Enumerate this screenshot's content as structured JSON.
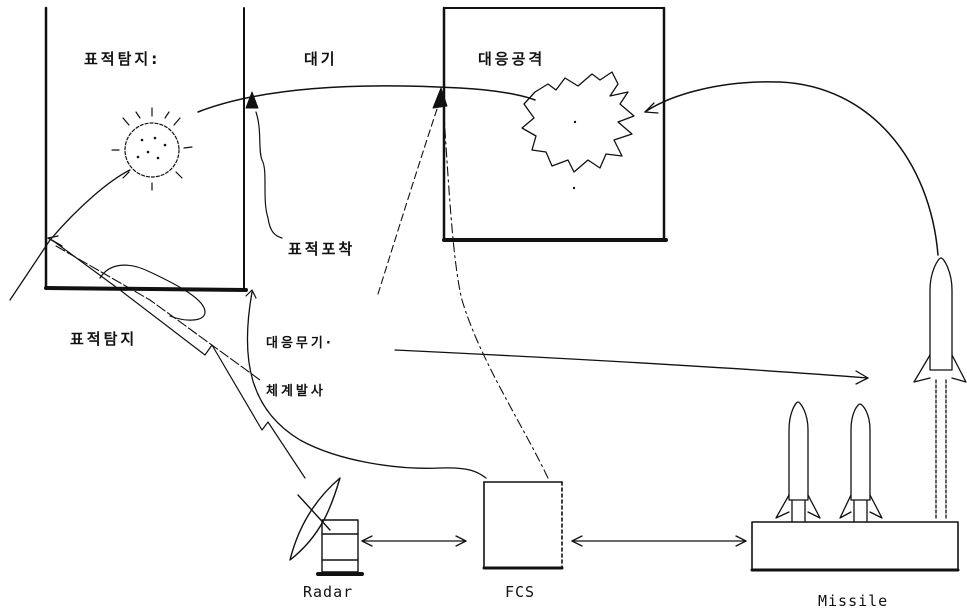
{
  "boxes": {
    "detect_label": "표적탐지:",
    "wait_label": "대기",
    "response_label": "대응공격"
  },
  "labels": {
    "tracking": "표적포착",
    "detection": "표적탐지",
    "weapon": "대응무기·",
    "launch": "체계발사"
  },
  "equipment": {
    "radar": "Radar",
    "fcs": "FCS",
    "missile": "Missile"
  },
  "colors": {
    "ink": "#111111",
    "paper": "#ffffff"
  }
}
